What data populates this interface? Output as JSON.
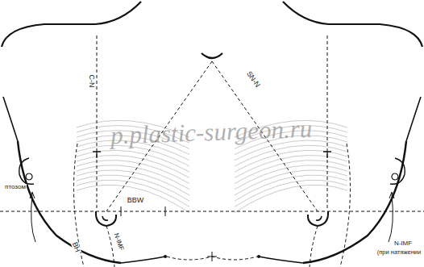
{
  "diagram": {
    "labels": [
      "C-N",
      "SN-N",
      "p.plastic-surgeon.ru",
      "BBW",
      "BH",
      "N-IMF",
      "птозом",
      "N-IMF",
      "(при натяжении"
    ]
  }
}
